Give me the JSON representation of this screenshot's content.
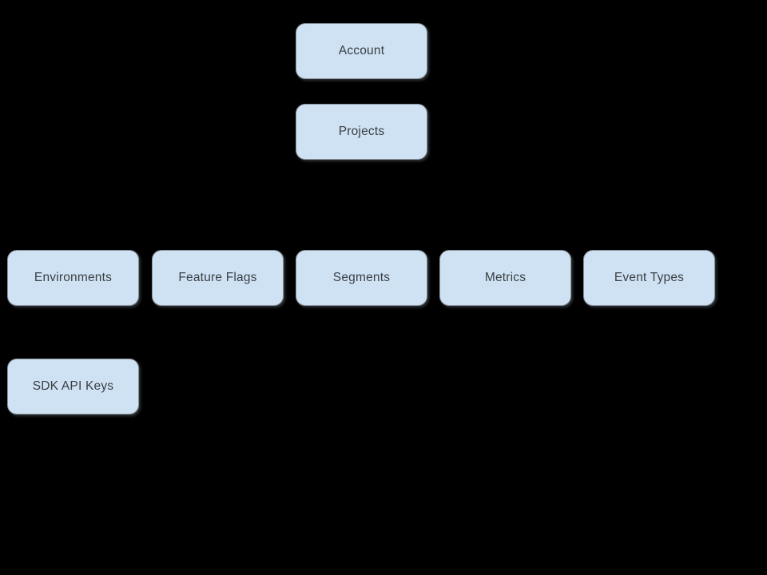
{
  "diagram": {
    "background_color": "#000000",
    "node_fill_color": "#cfe2f3",
    "node_border_color": "#8a949e",
    "node_text_color": "#3a3f44",
    "nodes": {
      "account": {
        "label": "Account"
      },
      "projects": {
        "label": "Projects"
      },
      "environments": {
        "label": "Environments"
      },
      "feature_flags": {
        "label": "Feature Flags"
      },
      "segments": {
        "label": "Segments"
      },
      "metrics": {
        "label": "Metrics"
      },
      "event_types": {
        "label": "Event Types"
      },
      "sdk_api_keys": {
        "label": "SDK API Keys"
      }
    }
  }
}
